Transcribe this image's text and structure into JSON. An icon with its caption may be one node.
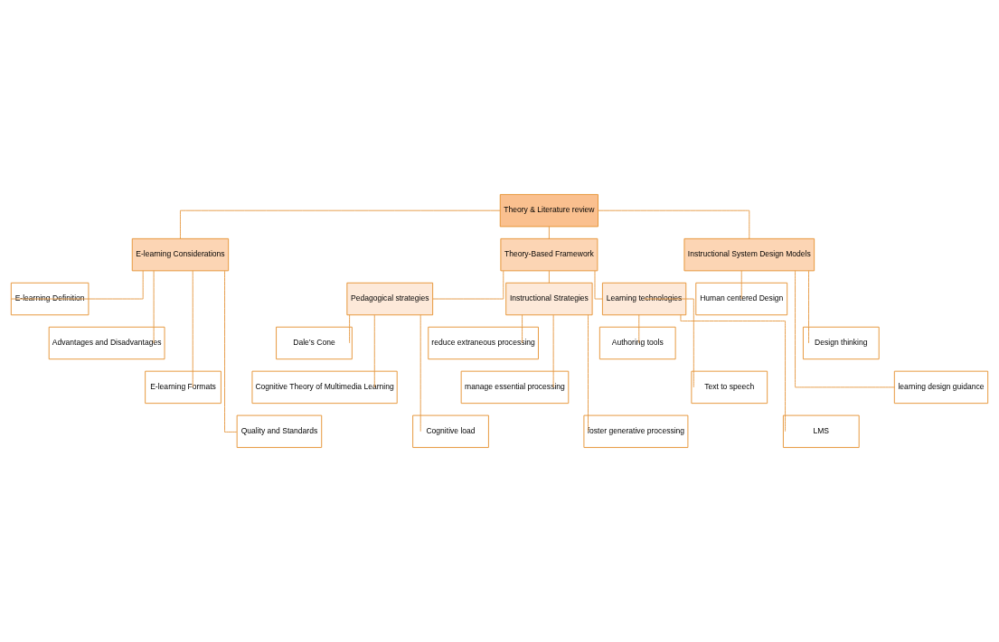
{
  "diagram": {
    "nodes": [
      {
        "text": [
          "Theory & Literature review"
        ]
      },
      {
        "text": [
          "E-learning Considerations"
        ]
      },
      {
        "text": [
          "Theory-Based Framework"
        ]
      },
      {
        "text": [
          "Instructional System Design Models"
        ]
      },
      {
        "text": [
          "E-learning Definition"
        ]
      },
      {
        "text": [
          "Advantages and Disadvantages"
        ]
      },
      {
        "text": [
          "E-learning Formats"
        ]
      },
      {
        "text": [
          "Quality and Standards"
        ]
      },
      {
        "text": [
          "Pedagogical strategies"
        ]
      },
      {
        "text": [
          "Instructional Strategies"
        ]
      },
      {
        "text": [
          "Learning technologies"
        ]
      },
      {
        "text": [
          "Dale’s Cone"
        ]
      },
      {
        "text": [
          "Cognitive Theory of Multimedia Learning"
        ]
      },
      {
        "text": [
          "Cognitive load"
        ]
      },
      {
        "text": [
          "reduce extraneous processing"
        ]
      },
      {
        "text": [
          "manage essential processing"
        ]
      },
      {
        "text": [
          "foster generative processing"
        ]
      },
      {
        "text": [
          "Authoring tools"
        ]
      },
      {
        "text": [
          "Text to speech"
        ]
      },
      {
        "text": [
          "LMS"
        ]
      },
      {
        "text": [
          "Human centered Design"
        ]
      },
      {
        "text": [
          "Design thinking"
        ]
      },
      {
        "text": [
          "learning design guidance"
        ]
      }
    ],
    "edges": [
      {
        "from": 0,
        "to": 1,
        "arrow": "none"
      },
      {
        "from": 0,
        "to": 2,
        "arrow": "none"
      },
      {
        "from": 0,
        "to": 3,
        "arrow": "none"
      },
      {
        "from": 1,
        "to": 4,
        "arrow": "none"
      },
      {
        "from": 1,
        "to": 5,
        "arrow": "none"
      },
      {
        "from": 1,
        "to": 6,
        "arrow": "none"
      },
      {
        "from": 1,
        "to": 7,
        "arrow": "none"
      },
      {
        "from": 2,
        "to": 8,
        "arrow": "none"
      },
      {
        "from": 2,
        "to": 9,
        "arrow": "none"
      },
      {
        "from": 2,
        "to": 10,
        "arrow": "none"
      },
      {
        "from": 8,
        "to": 11,
        "arrow": "none"
      },
      {
        "from": 8,
        "to": 12,
        "arrow": "none"
      },
      {
        "from": 8,
        "to": 13,
        "arrow": "none"
      },
      {
        "from": 9,
        "to": 14,
        "arrow": "none"
      },
      {
        "from": 9,
        "to": 15,
        "arrow": "none"
      },
      {
        "from": 9,
        "to": 16,
        "arrow": "none"
      },
      {
        "from": 10,
        "to": 17,
        "arrow": "none"
      },
      {
        "from": 10,
        "to": 18,
        "arrow": "none"
      },
      {
        "from": 10,
        "to": 19,
        "arrow": "none"
      },
      {
        "from": 3,
        "to": 20,
        "arrow": "none"
      },
      {
        "from": 3,
        "to": 21,
        "arrow": "none"
      },
      {
        "from": 3,
        "to": 22,
        "arrow": "none"
      }
    ]
  }
}
